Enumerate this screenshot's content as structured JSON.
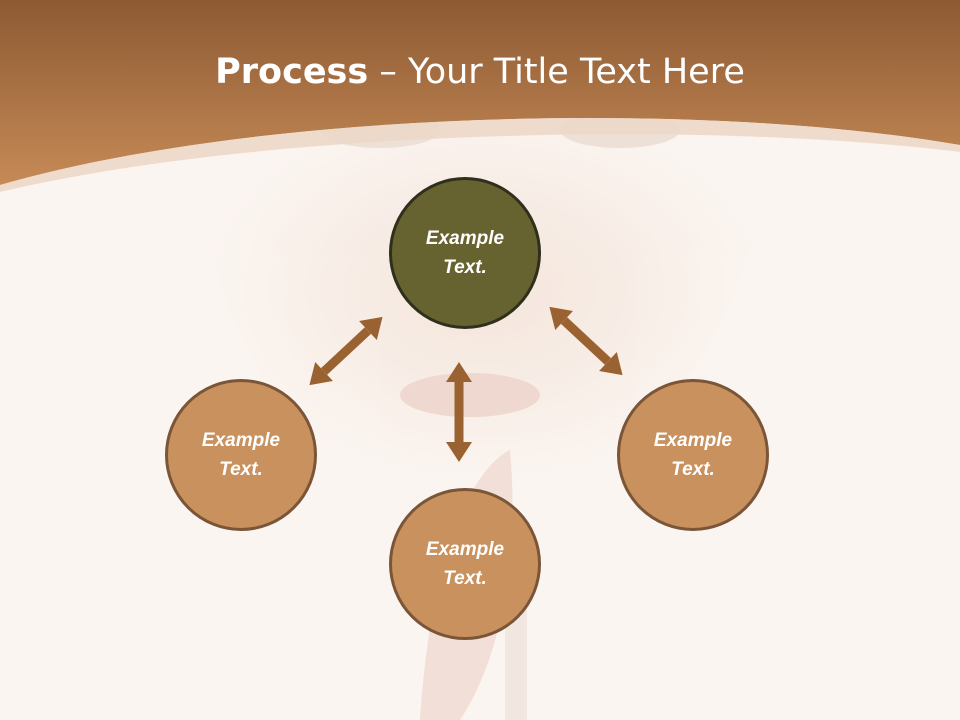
{
  "slide": {
    "title_bold": "Process",
    "title_rest": " – Your Title Text Here"
  },
  "nodes": {
    "top": "Example\nText.",
    "left": "Example\nText.",
    "bottom": "Example\nText.",
    "right": "Example\nText."
  },
  "colors": {
    "header": "#a8693a",
    "node_fill": "#c8915e",
    "center_fill": "#676331",
    "arrow": "#9a6230",
    "background": "#fbf5f1"
  }
}
